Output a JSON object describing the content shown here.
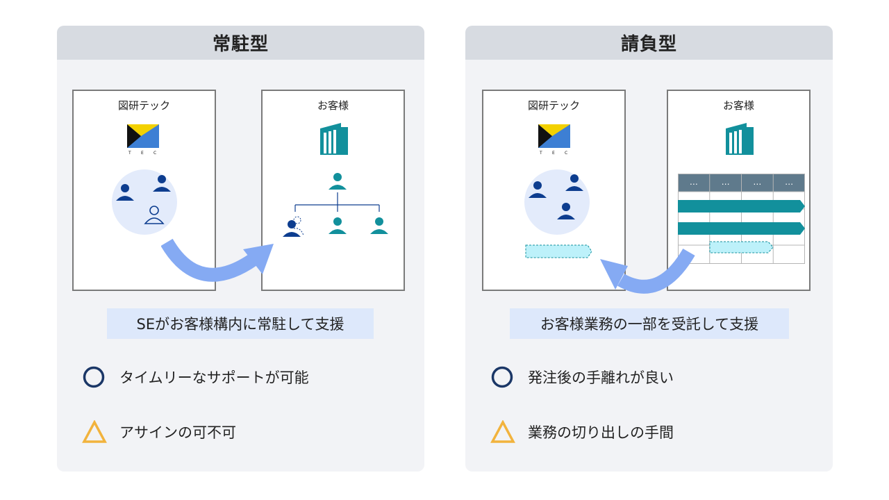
{
  "left_panel": {
    "title": "常駐型",
    "company_label": "図研テック",
    "customer_label": "お客様",
    "caption": "SEがお客様構内に常駐して支援",
    "points": [
      {
        "icon": "circle-icon",
        "text": "タイムリーなサポートが可能"
      },
      {
        "icon": "triangle-icon",
        "text": "アサインの可不可"
      }
    ]
  },
  "right_panel": {
    "title": "請負型",
    "company_label": "図研テック",
    "customer_label": "お客様",
    "caption": "お客様業務の一部を受託して支援",
    "table_header": [
      "…",
      "…",
      "…",
      "…"
    ],
    "points": [
      {
        "icon": "circle-icon",
        "text": "発注後の手離れが良い"
      },
      {
        "icon": "triangle-icon",
        "text": "業務の切り出しの手間"
      }
    ]
  },
  "colors": {
    "panel_bg": "#f2f3f6",
    "header_bg": "#d7dbe1",
    "caption_bg": "#dde8fb",
    "navy": "#0d3d8f",
    "teal": "#12909c",
    "arrow": "#85aaf3",
    "circle_mark": "#1b3767",
    "triangle_mark": "#f2b33d"
  }
}
